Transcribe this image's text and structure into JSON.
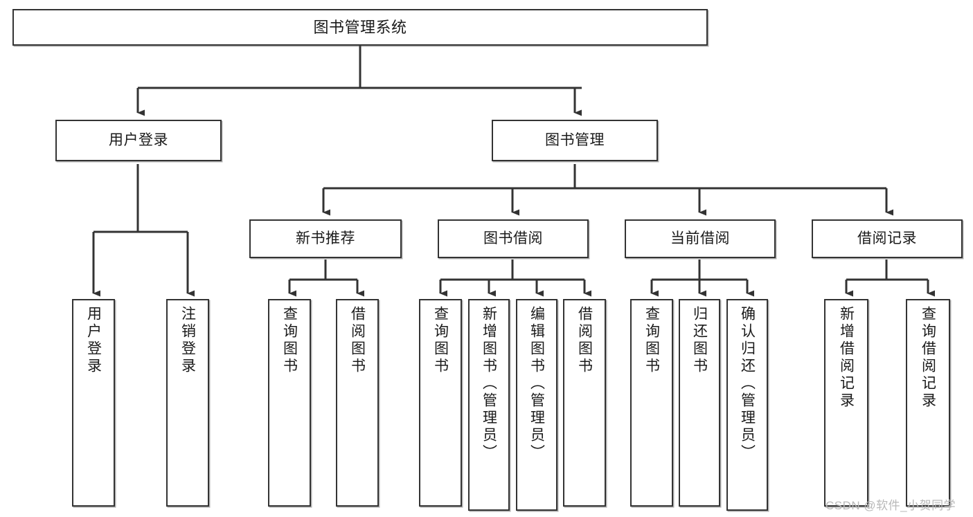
{
  "diagram": {
    "title": "图书管理系统",
    "type": "hierarchy-tree",
    "watermark": "CSDN @软件_小贺同学",
    "colors": {
      "box_border": "#333333",
      "box_fill": "#ffffff",
      "connector": "#333333",
      "text": "#1a1a1a",
      "watermark": "#b9b9b9",
      "background": "#ffffff"
    },
    "levels": {
      "root": "图书管理系统",
      "level2": [
        "用户登录",
        "图书管理"
      ],
      "level3": [
        "新书推荐",
        "图书借阅",
        "当前借阅",
        "借阅记录"
      ]
    },
    "nodes": {
      "root": {
        "label": "图书管理系统"
      },
      "user_login": {
        "label": "用户登录"
      },
      "book_manage": {
        "label": "图书管理"
      },
      "new_book_rec": {
        "label": "新书推荐"
      },
      "book_borrow": {
        "label": "图书借阅"
      },
      "current_borrow": {
        "label": "当前借阅"
      },
      "borrow_record": {
        "label": "借阅记录"
      },
      "leaf_user_login": {
        "label": "用户登录"
      },
      "leaf_logout": {
        "label": "注销登录"
      },
      "leaf_query_book_1": {
        "label": "查询图书"
      },
      "leaf_borrow_book_1": {
        "label": "借阅图书"
      },
      "leaf_query_book_2": {
        "label": "查询图书"
      },
      "leaf_add_book": {
        "label": "新增图书（管理员）"
      },
      "leaf_edit_book": {
        "label": "编辑图书（管理员）"
      },
      "leaf_borrow_book_2": {
        "label": "借阅图书"
      },
      "leaf_query_book_3": {
        "label": "查询图书"
      },
      "leaf_return_book": {
        "label": "归还图书"
      },
      "leaf_confirm_return": {
        "label": "确认归还（管理员）"
      },
      "leaf_add_record": {
        "label": "新增借阅记录"
      },
      "leaf_query_record": {
        "label": "查询借阅记录"
      }
    }
  }
}
